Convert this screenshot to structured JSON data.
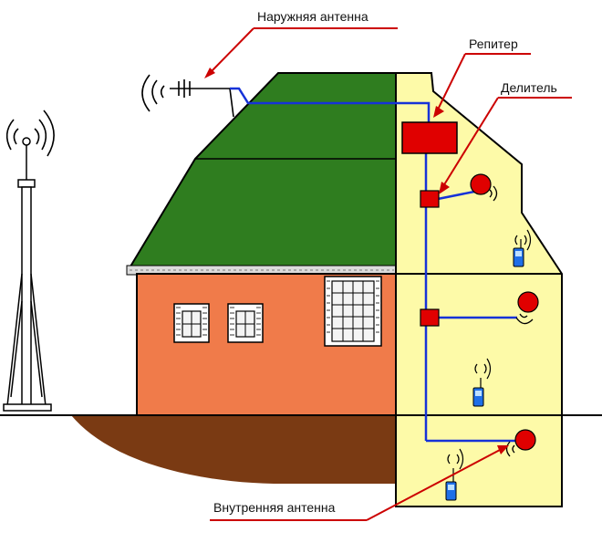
{
  "labels": {
    "outdoor_antenna": "Наружняя антенна",
    "repeater": "Репитер",
    "splitter": "Делитель",
    "indoor_antenna": "Внутренняя антенна"
  },
  "colors": {
    "roof": "#2f7d1f",
    "wall": "#f07b4a",
    "cutaway": "#fdfaa8",
    "cable": "#1632d8",
    "device": "#e00000",
    "callout_line": "#cc0000",
    "ground": "#7a3a13",
    "phone": "#1e6fe8"
  }
}
